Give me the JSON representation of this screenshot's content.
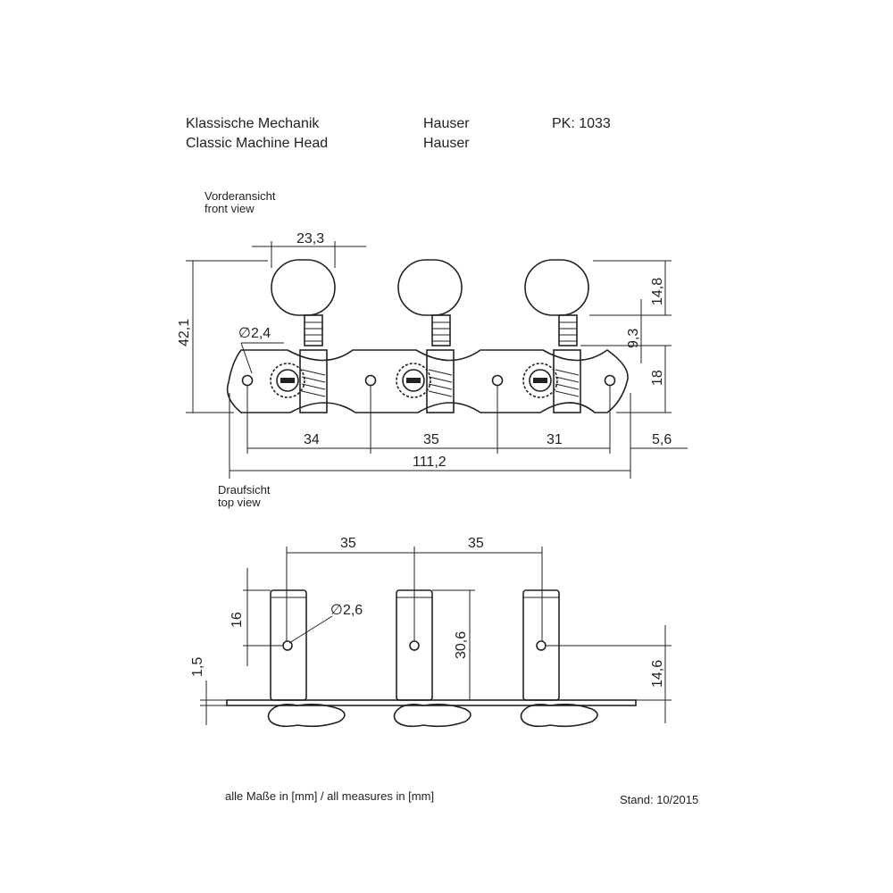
{
  "header": {
    "col1": [
      "Klassische Mechanik",
      "Classic Machine Head"
    ],
    "col2": [
      "Hauser",
      "Hauser"
    ],
    "col3": "PK: 1033"
  },
  "front_view": {
    "label": [
      "Vorderansicht",
      "front view"
    ],
    "dims": {
      "knob_width": "23,3",
      "total_height": "42,1",
      "hole_diameter": "∅2,4",
      "knob_height": "14,8",
      "post_height": "9,3",
      "plate_height": "18",
      "spacing_1": "34",
      "spacing_2": "35",
      "spacing_3": "31",
      "edge_offset": "5,6",
      "total_length": "111,2"
    }
  },
  "top_view": {
    "label": [
      "Draufsicht",
      "top view"
    ],
    "dims": {
      "spacing_1": "35",
      "spacing_2": "35",
      "roller_top": "16",
      "hole_diameter": "∅2,6",
      "roller_height": "30,6",
      "hole_height": "14,6",
      "plate_thickness": "1,5"
    }
  },
  "footer": {
    "units": "alle Maße in [mm] / all measures in [mm]",
    "date": "Stand: 10/2015"
  }
}
